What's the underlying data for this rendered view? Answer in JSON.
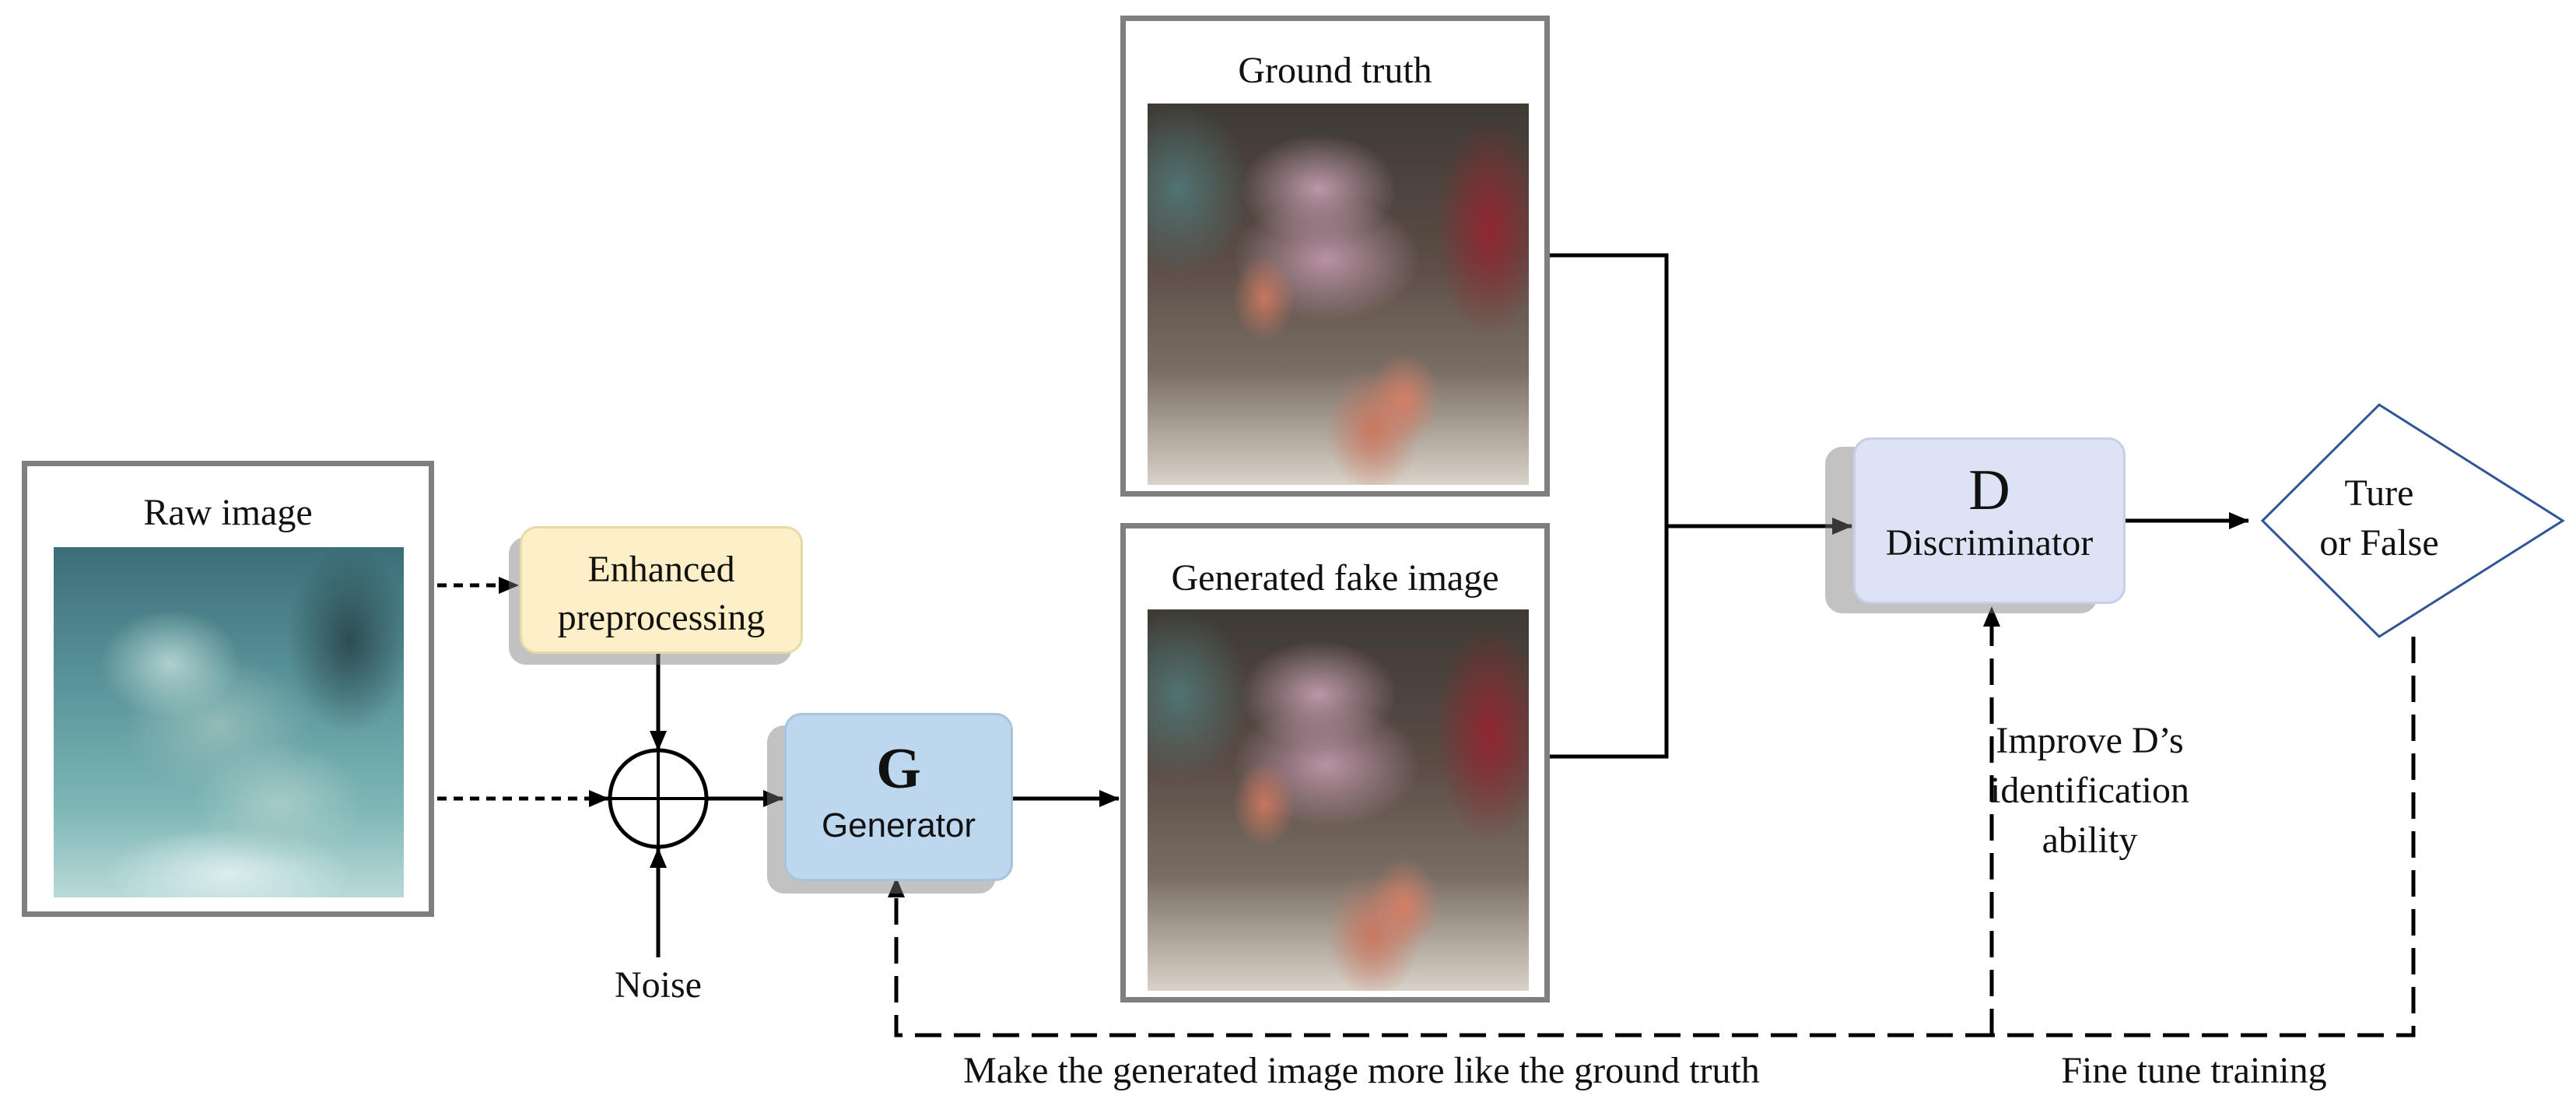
{
  "raw_image": {
    "title": "Raw image"
  },
  "preprocess": {
    "label_line1": "Enhanced",
    "label_line2": "preprocessing"
  },
  "noise": {
    "label": "Noise"
  },
  "generator": {
    "letter": "G",
    "name": "Generator"
  },
  "ground_truth": {
    "title": "Ground truth"
  },
  "fake_image": {
    "title": "Generated fake image"
  },
  "discriminator": {
    "letter": "D",
    "name": "Discriminator"
  },
  "decision": {
    "line1": "Ture",
    "line2": "or False"
  },
  "feedback": {
    "improve_line1": "Improve D’s",
    "improve_line2": "identification",
    "improve_line3": "ability",
    "make_like_truth": "Make the generated image more like the ground truth",
    "fine_tune": "Fine tune training"
  },
  "colors": {
    "preprocess_fill": "#fdf0c8",
    "generator_fill": "#bdd7ee",
    "discriminator_fill": "#dde3f5",
    "decision_stroke": "#2f5597",
    "frame_border": "#7f7f7f"
  }
}
